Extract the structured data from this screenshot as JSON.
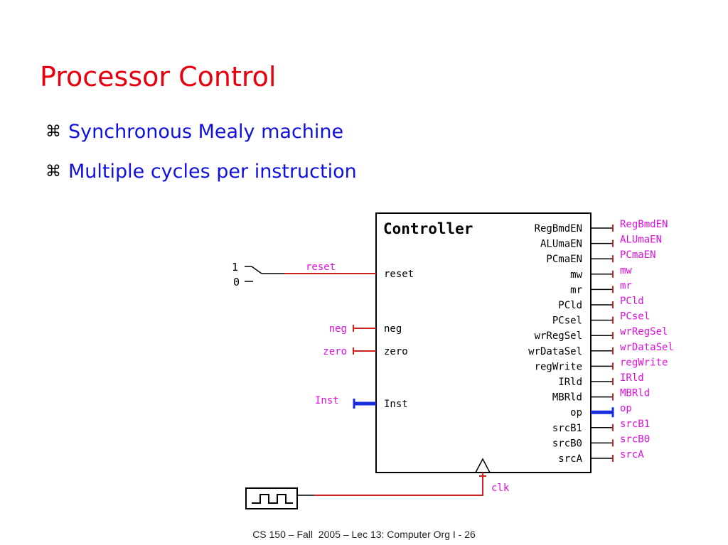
{
  "slide": {
    "title": "Processor Control",
    "bullet_mark": "⌘",
    "bullets": [
      "Synchronous Mealy machine",
      "Multiple cycles per instruction"
    ],
    "footer": "CS 150 – Fall  2005 – Lec 13: Computer Org I - 26"
  },
  "diagram": {
    "controller_label": "Controller",
    "switch": {
      "one": "1",
      "zero": "0"
    },
    "inputs": [
      {
        "port": "reset",
        "wire": "reset"
      },
      {
        "port": "neg",
        "wire": "neg"
      },
      {
        "port": "zero",
        "wire": "zero"
      },
      {
        "port": "Inst",
        "wire": "Inst"
      }
    ],
    "outputs": [
      {
        "port": "RegBmdEN",
        "wire": "RegBmdEN"
      },
      {
        "port": "ALUmaEN",
        "wire": "ALUmaEN"
      },
      {
        "port": "PCmaEN",
        "wire": "PCmaEN"
      },
      {
        "port": "mw",
        "wire": "mw"
      },
      {
        "port": "mr",
        "wire": "mr"
      },
      {
        "port": "PCld",
        "wire": "PCld"
      },
      {
        "port": "PCsel",
        "wire": "PCsel"
      },
      {
        "port": "wrRegSel",
        "wire": "wrRegSel"
      },
      {
        "port": "wrDataSel",
        "wire": "wrDataSel"
      },
      {
        "port": "regWrite",
        "wire": "regWrite"
      },
      {
        "port": "IRld",
        "wire": "IRld"
      },
      {
        "port": "MBRld",
        "wire": "MBRld"
      },
      {
        "port": "op",
        "wire": "op"
      },
      {
        "port": "srcB1",
        "wire": "srcB1"
      },
      {
        "port": "srcB0",
        "wire": "srcB0"
      },
      {
        "port": "srcA",
        "wire": "srcA"
      }
    ],
    "clock_label": "clk",
    "colors": {
      "wire": "#cc2222",
      "bus": "#1a2ee0",
      "wire_label": "#e010e0",
      "port_text": "#000000"
    }
  }
}
